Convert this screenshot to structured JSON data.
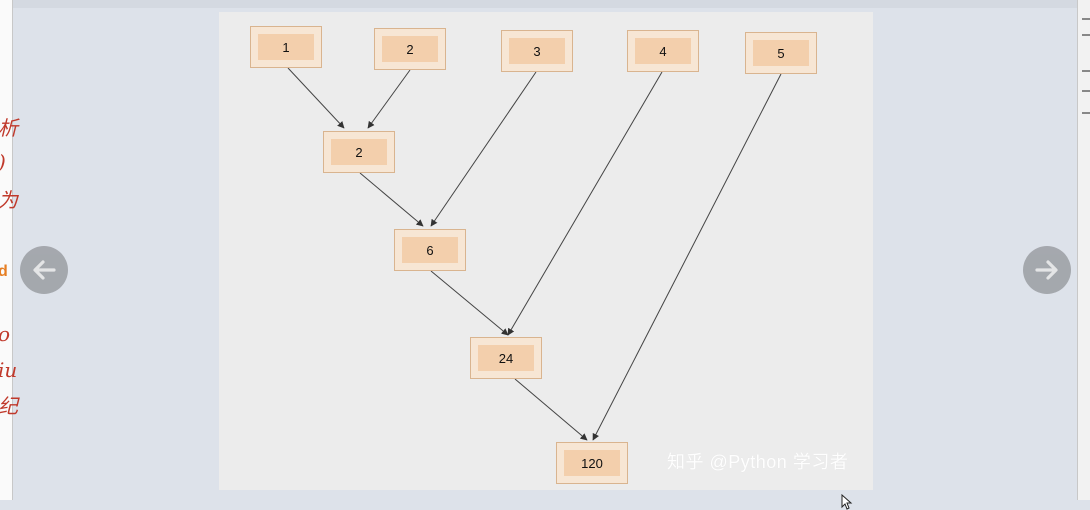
{
  "navigation": {
    "prev_icon": "arrow-left-icon",
    "next_icon": "arrow-right-icon"
  },
  "left_page_fragments": [
    "析",
    ")",
    "为",
    "d",
    "o",
    "iu",
    "纪"
  ],
  "diagram": {
    "row1": [
      "1",
      "2",
      "3",
      "4",
      "5"
    ],
    "step2": "2",
    "step3": "6",
    "step4": "24",
    "result": "120"
  },
  "watermark": "知乎 @Python 学习者",
  "colors": {
    "node_fill": "#f7e6d4",
    "node_inner": "#f3cfac",
    "node_border": "#d9b48f",
    "slide_bg": "#ececec",
    "page_bg": "#dde2ea"
  }
}
